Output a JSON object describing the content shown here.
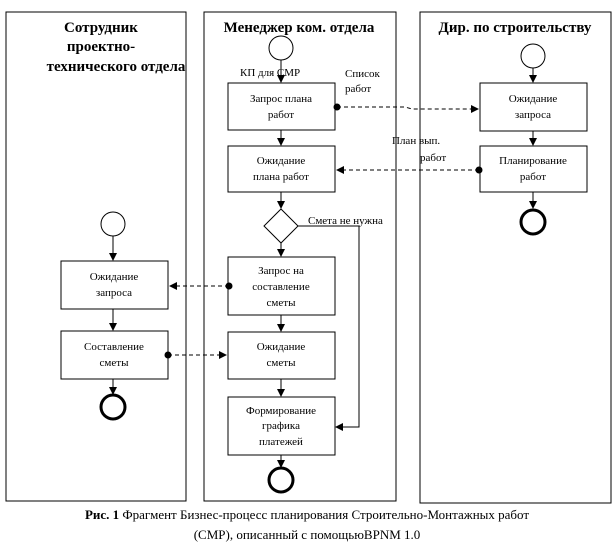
{
  "lanes": [
    {
      "title_lines": [
        "Сотрудник",
        "проектно-",
        "технического отдела"
      ]
    },
    {
      "title_lines": [
        "Менеджер ком. отдела"
      ]
    },
    {
      "title_lines": [
        "Дир. по строительству"
      ]
    }
  ],
  "tasks": {
    "request_plan": [
      "Запрос плана",
      "работ"
    ],
    "wait_plan": [
      "Ожидание",
      "плана работ"
    ],
    "request_estimate": [
      "Запрос на",
      "составление",
      "сметы"
    ],
    "wait_estimate_mgr": [
      "Ожидание",
      "сметы"
    ],
    "payment_schedule": [
      "Формирование",
      "графика",
      "платежей"
    ],
    "dir_wait_request": [
      "Ожидание",
      "запроса"
    ],
    "dir_planning": [
      "Планирование",
      "работ"
    ],
    "eng_wait_request": [
      "Ожидание",
      "запроса"
    ],
    "eng_make_estimate": [
      "Составление",
      "сметы"
    ]
  },
  "labels": {
    "kp": "КП для СМР",
    "work_list": [
      "Список",
      "работ"
    ],
    "plan_done": [
      "План вып.",
      "работ"
    ],
    "no_estimate": "Смета не нужна"
  },
  "caption": {
    "prefix": "Рис. 1",
    "line1": " Фрагмент Бизнес-процесс планирования Строительно-Монтажных работ",
    "line2": "(СМР), описанный с помощьюBPNM 1.0"
  }
}
